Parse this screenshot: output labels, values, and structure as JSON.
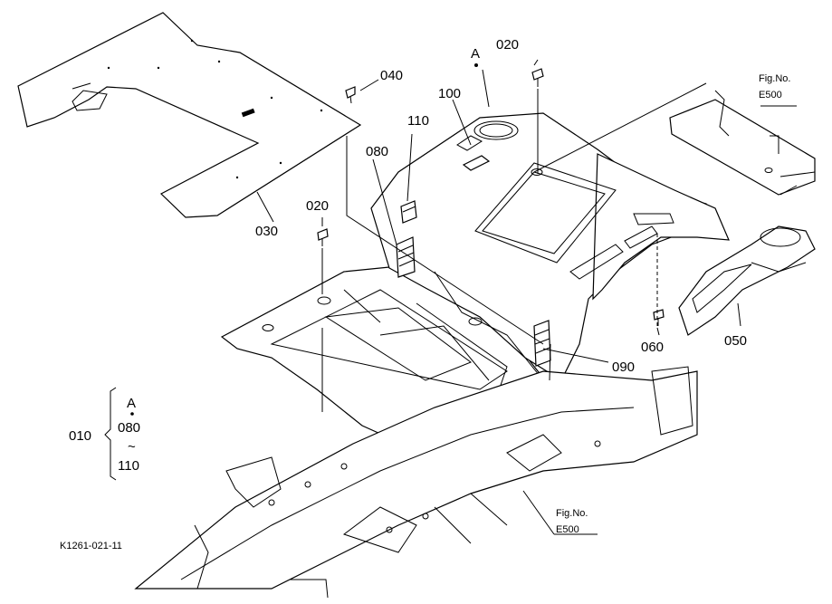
{
  "drawing_id": "K1261-021-11",
  "callouts": {
    "p010": "010",
    "p020_top": "020",
    "p020_left": "020",
    "p030": "030",
    "p040": "040",
    "p050": "050",
    "p060": "060",
    "p080": "080",
    "p090": "090",
    "p100": "100",
    "p110": "110",
    "ref_a": "A"
  },
  "assembly_note": {
    "line1": "A",
    "line2": "080",
    "line3": "~",
    "line4": "110"
  },
  "fig_refs": {
    "top_right": {
      "label": "Fig.No.",
      "number": "E500"
    },
    "bottom": {
      "label": "Fig.No.",
      "number": "E500"
    }
  }
}
